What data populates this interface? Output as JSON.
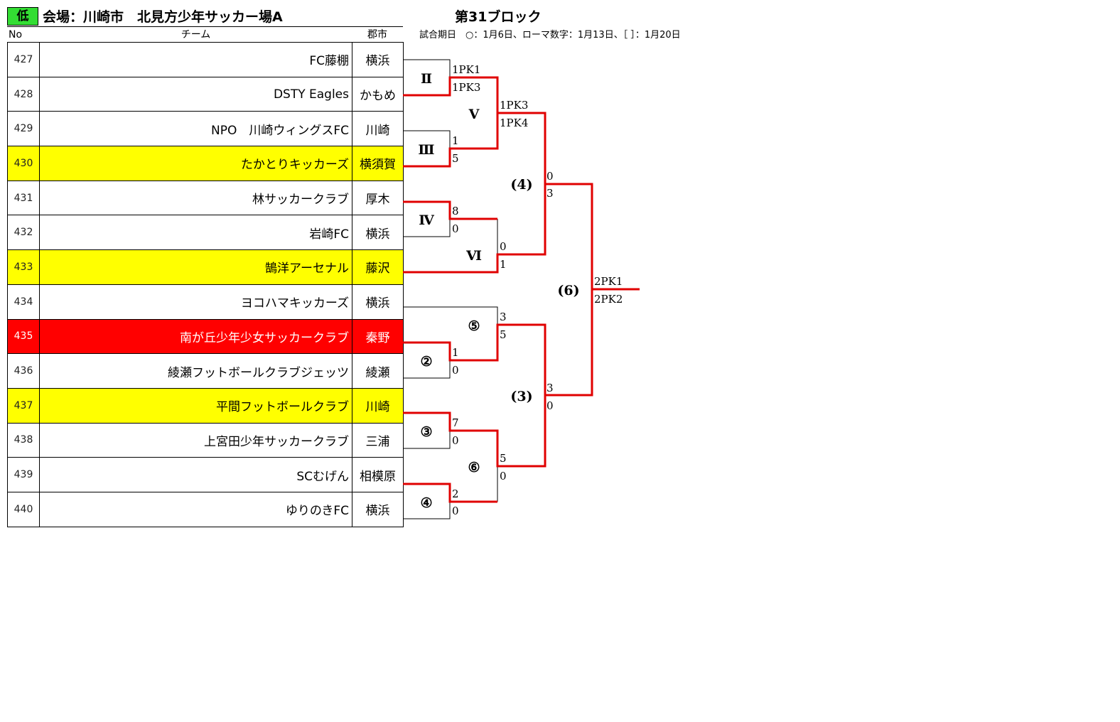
{
  "header": {
    "badge": "低",
    "venue": "会場：川崎市　北見方少年サッカー場A",
    "block": "第31ブロック",
    "schedule_note": "試合期日　○：1月6日、ローマ数字：1月13日、［ ］：1月20日"
  },
  "columns": {
    "no": "No",
    "team": "チーム",
    "city": "郡市"
  },
  "teams": [
    {
      "no": "427",
      "name": "FC藤棚",
      "city": "横浜",
      "highlight": "none"
    },
    {
      "no": "428",
      "name": "DSTY Eagles",
      "city": "かもめ",
      "highlight": "none"
    },
    {
      "no": "429",
      "name": "NPO　川崎ウィングスFC",
      "city": "川崎",
      "highlight": "none"
    },
    {
      "no": "430",
      "name": "たかとりキッカーズ",
      "city": "横須賀",
      "highlight": "yellow"
    },
    {
      "no": "431",
      "name": "林サッカークラブ",
      "city": "厚木",
      "highlight": "none"
    },
    {
      "no": "432",
      "name": "岩崎FC",
      "city": "横浜",
      "highlight": "none"
    },
    {
      "no": "433",
      "name": "鵠洋アーセナル",
      "city": "藤沢",
      "highlight": "yellow"
    },
    {
      "no": "434",
      "name": "ヨコハマキッカーズ",
      "city": "横浜",
      "highlight": "none"
    },
    {
      "no": "435",
      "name": "南が丘少年少女サッカークラブ",
      "city": "秦野",
      "highlight": "red"
    },
    {
      "no": "436",
      "name": "綾瀬フットボールクラブジェッツ",
      "city": "綾瀬",
      "highlight": "none"
    },
    {
      "no": "437",
      "name": "平間フットボールクラブ",
      "city": "川崎",
      "highlight": "yellow"
    },
    {
      "no": "438",
      "name": "上宮田少年サッカークラブ",
      "city": "三浦",
      "highlight": "none"
    },
    {
      "no": "439",
      "name": "SCむげん",
      "city": "相模原",
      "highlight": "none"
    },
    {
      "no": "440",
      "name": "ゆりのきFC",
      "city": "横浜",
      "highlight": "none"
    }
  ],
  "bracket": {
    "game_labels": [
      "Ⅱ",
      "Ⅲ",
      "Ⅳ",
      "Ⅴ",
      "Ⅵ",
      "②",
      "③",
      "④",
      "⑤",
      "⑥",
      "(4)",
      "(3)",
      "(6)"
    ],
    "scores": [
      "1PK1",
      "1PK3",
      "1",
      "5",
      "8",
      "0",
      "1PK3",
      "1PK4",
      "0",
      "1",
      "1",
      "0",
      "7",
      "0",
      "2",
      "0",
      "3",
      "5",
      "5",
      "0",
      "0",
      "3",
      "3",
      "0",
      "2PK1",
      "2PK2"
    ]
  },
  "colors": {
    "badge": "#33dd33",
    "yellow_row": "#ffff00",
    "red_row": "#ff0000",
    "winner_line": "#e00000"
  }
}
